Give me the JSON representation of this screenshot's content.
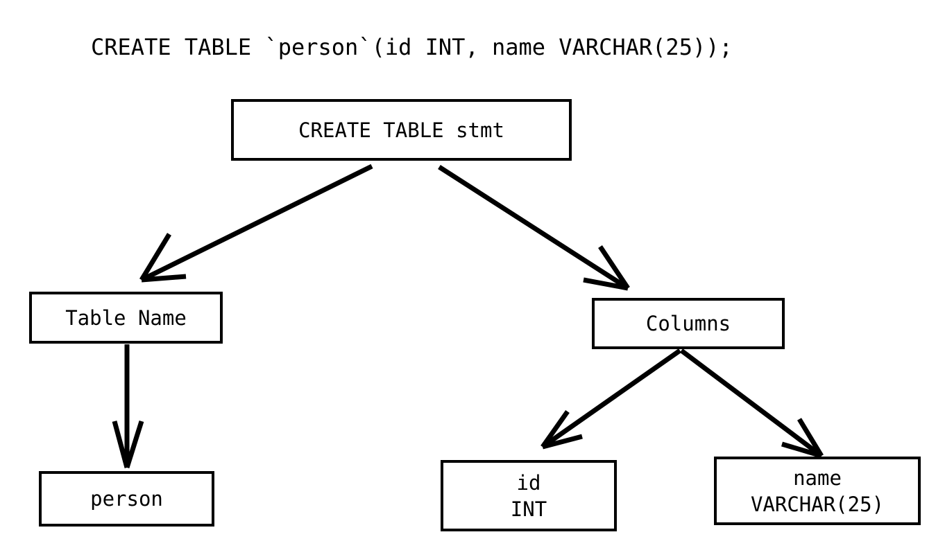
{
  "diagram": {
    "title": "CREATE TABLE `person`(id INT, name VARCHAR(25));",
    "type": "parse-tree",
    "stroke_color": "#000000",
    "background_color": "#ffffff",
    "nodes": [
      {
        "id": "root",
        "label": "CREATE TABLE stmt",
        "line1": "CREATE TABLE stmt",
        "line2": ""
      },
      {
        "id": "table_name",
        "label": "Table Name",
        "line1": "Table Name",
        "line2": ""
      },
      {
        "id": "columns",
        "label": "Columns",
        "line1": "Columns",
        "line2": ""
      },
      {
        "id": "person",
        "label": "person",
        "line1": "person",
        "line2": ""
      },
      {
        "id": "col_id",
        "label": "id INT",
        "line1": "id",
        "line2": "INT"
      },
      {
        "id": "col_name",
        "label": "name VARCHAR(25)",
        "line1": "name",
        "line2": "VARCHAR(25)"
      }
    ],
    "edges": [
      {
        "from": "root",
        "to": "table_name",
        "arrow": "open-v"
      },
      {
        "from": "root",
        "to": "columns",
        "arrow": "open-v"
      },
      {
        "from": "table_name",
        "to": "person",
        "arrow": "open-v"
      },
      {
        "from": "columns",
        "to": "col_id",
        "arrow": "open-v"
      },
      {
        "from": "columns",
        "to": "col_name",
        "arrow": "open-v"
      }
    ]
  }
}
